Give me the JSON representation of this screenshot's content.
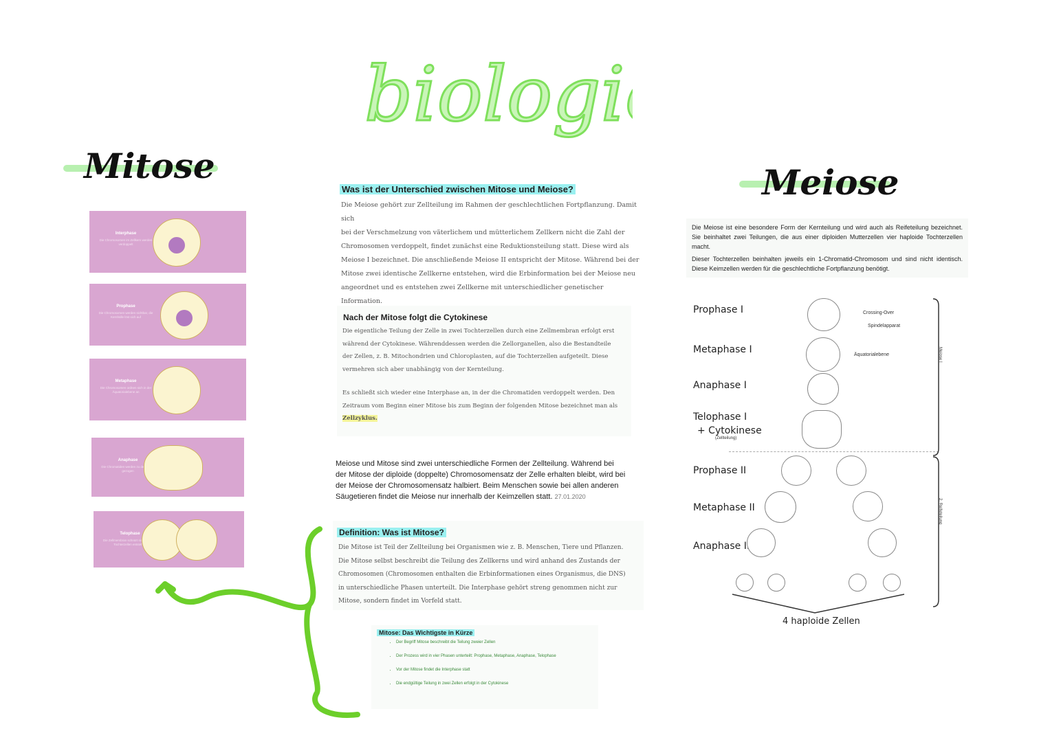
{
  "title": "biologie",
  "colors": {
    "accent_green": "#8ee070",
    "highlight_green": "#c8f5c8",
    "highlight_cyan": "#9af0f0",
    "card_pink": "#d9a6d1",
    "arrow_green": "#6ccf2a"
  },
  "mitose": {
    "title": "Mitose",
    "phases": [
      {
        "name": "Interphase",
        "desc": "Die Chromosomen im Zellkern werden verdoppelt"
      },
      {
        "name": "Prophase",
        "desc": "Die Chromosomen werden sichtbar, die Kernhülle löst sich auf"
      },
      {
        "name": "Metaphase",
        "desc": "Die Chromosomen ordnen sich in der Äquatorialebene an"
      },
      {
        "name": "Anaphase",
        "desc": "Die Chromatiden werden zu den Polen gezogen"
      },
      {
        "name": "Telophase",
        "desc": "Die Zellmembran schnürt sich ein, zwei Tochterzellen entstehen"
      }
    ]
  },
  "center": {
    "q1_heading": "Was ist der Unterschied zwischen Mitose und Meiose?",
    "q1_lines": [
      "Die Meiose gehört zur Zellteilung im Rahmen der geschlechtlichen Fortpflanzung. Damit sich",
      "bei der Verschmelzung von väterlichem und mütterlichem Zellkern nicht die Zahl der",
      "Chromosomen verdoppelt, findet zunächst eine Reduktionsteilung statt. Diese wird als",
      "Meiose I bezeichnet. Die anschließende Meiose II entspricht der Mitose. Während bei der",
      "Mitose zwei identische Zellkerne entstehen, wird die Erbinformation bei der Meiose neu",
      "angeordnet und es entstehen zwei Zellkerne mit unterschiedlicher genetischer Information."
    ],
    "cyto_heading": "Nach der Mitose folgt die Cytokinese",
    "cyto_lines": [
      "Die eigentliche Teilung der Zelle in zwei Tochterzellen durch eine Zellmembran erfolgt erst",
      "während der Cytokinese. Währenddessen werden die Zellorganellen, also die Bestandteile",
      "der Zellen, z. B. Mitochondrien und Chloroplasten, auf die Tochterzellen aufgeteilt. Diese",
      "vermehren sich aber unabhängig von der Kernteilung."
    ],
    "cyto_lines2": [
      "Es schließt sich wieder eine Interphase an, in der die Chromatiden verdoppelt werden. Den",
      "Zeitraum vom Beginn einer Mitose bis zum Beginn der folgenden Mitose bezeichnet man als"
    ],
    "cyto_last": "Zellzyklus.",
    "summary_lines": [
      "Meiose und Mitose sind zwei unterschiedliche Formen der Zellteilung. Während bei",
      "der Mitose der diploide (doppelte) Chromosomensatz der Zelle erhalten bleibt, wird bei",
      "der Meiose der Chromosomensatz halbiert. Beim Menschen sowie bei allen anderen",
      "Säugetieren findet die Meiose nur innerhalb der Keimzellen statt."
    ],
    "summary_date": "27.01.2020",
    "def_heading": "Definition: Was ist Mitose?",
    "def_lines": [
      "Die Mitose ist Teil der Zellteilung bei Organismen wie z. B. Menschen, Tiere und Pflanzen.",
      "Die Mitose selbst beschreibt die Teilung des Zellkerns und wird anhand des Zustands der",
      "Chromosomen (Chromosomen enthalten die Erbinformationen eines Organismus, die DNS)",
      "in unterschiedliche Phasen unterteilt. Die Interphase gehört streng genommen nicht zur",
      "Mitose, sondern findet im Vorfeld statt."
    ],
    "kurz_heading": "Mitose: Das Wichtigste in Kürze",
    "kurz_items": [
      "Der Begriff Mitose beschreibt die Teilung zweier Zellen",
      "Der Prozess wird in vier Phasen unterteilt: Prophase, Metaphase, Anaphase, Telophase",
      "Vor der Mitose findet die Interphase statt",
      "Die endgültige Teilung in zwei Zellen erfolgt in der Cytokinese"
    ]
  },
  "meiose": {
    "title": "Meiose",
    "para1": "Die Meiose ist eine besondere Form der Kernteilung und wird auch als Reifeteilung bezeichnet. Sie beinhaltet zwei Teilungen, die aus einer diploiden Mutterzellen vier haploide Tochterzellen macht.",
    "para2": "Dieser Tochterzellen beinhalten jeweils ein 1-Chromatid-Chromosom und sind nicht identisch. Diese Keimzellen werden für die geschlechtliche Fortpflanzung benötigt.",
    "stages": [
      "Prophase I",
      "Metaphase I",
      "Anaphase I",
      "Telophase I",
      "+ Cytokinese",
      "Prophase II",
      "Metaphase II",
      "Anaphase II"
    ],
    "small_note": "(Zellteilung)",
    "labels": {
      "crossing": "Crossing-Over",
      "spindel": "Spindelapparat",
      "aequator": "Äquatorialebene"
    },
    "bottom": "4 haploide Zellen",
    "bracket1": "Meiose I",
    "bracket2": "2. Reifeteilung"
  }
}
